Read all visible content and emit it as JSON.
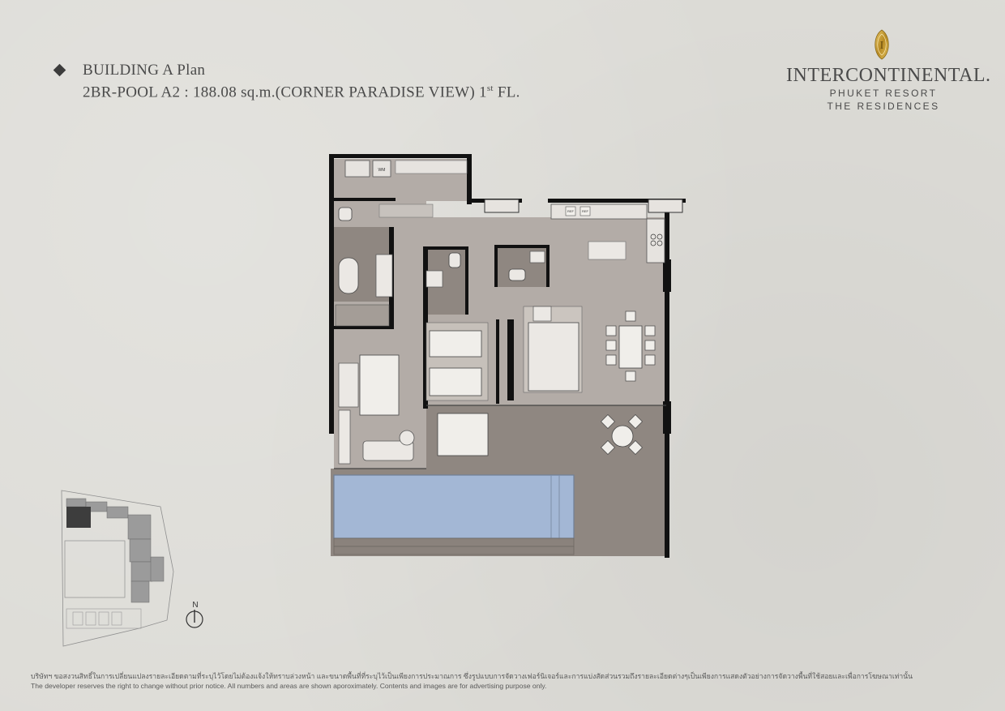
{
  "header": {
    "line1": "BUILDING A Plan",
    "line2": "2BR-POOL A2 : 188.08 sq.m.(CORNER PARADISE VIEW) 1",
    "floor_sup": "st",
    "floor_suffix": " FL."
  },
  "logo": {
    "badge_letter": "I",
    "name": "INTERCONTINENTAL.",
    "line1": "PHUKET RESORT",
    "line2": "THE RESIDENCES"
  },
  "plan_labels": {
    "wm": "WM",
    "ref1": "REF",
    "ref2": "REF"
  },
  "compass": {
    "north": "N"
  },
  "disclaimer": {
    "thai": "บริษัทฯ ขอสงวนสิทธิ์ในการเปลี่ยนแปลงรายละเอียดตามที่ระบุไว้โดยไม่ต้องแจ้งให้ทราบล่วงหน้า และขนาดพื้นที่ที่ระบุไว้เป็นเพียงการประมาณการ ซึ่งรูปแบบการจัดวางเฟอร์นิเจอร์และการแบ่งสัดส่วนรวมถึงรายละเอียดต่างๆเป็นเพียงการแสดงตัวอย่างการจัดวางพื้นที่ใช้สอยและเพื่อการโฆษณาเท่านั้น",
    "english": "The developer reserves the right to change without prior notice. All numbers and areas are shown aporoximately. Contents and images are for advertising purpose only."
  },
  "colors": {
    "background": "#dddcd7",
    "wall": "#111111",
    "floor_light": "#b3aca7",
    "floor_dark": "#8f8781",
    "pool": "#a3b7d5",
    "text": "#4a4a4a",
    "gold": "#c9a23a"
  }
}
